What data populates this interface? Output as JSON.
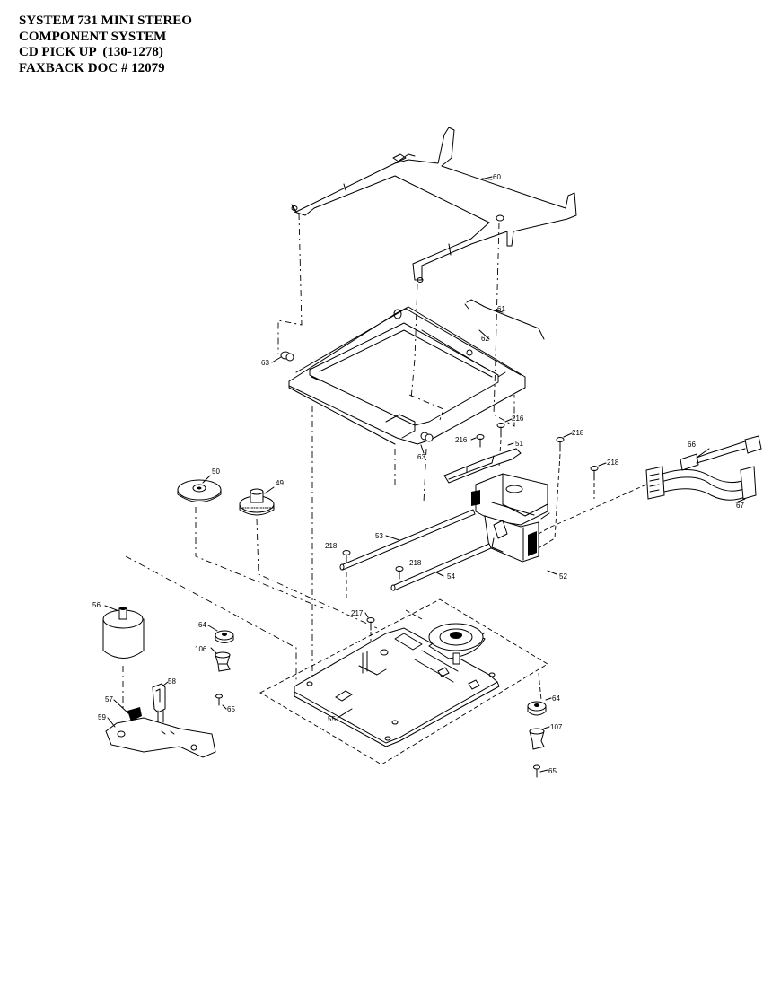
{
  "header": {
    "line1": "SYSTEM 731 MINI STEREO",
    "line2": "COMPONENT SYSTEM",
    "line3": "CD PICK UP  (130-1278)",
    "line4": "FAXBACK DOC # 12079"
  },
  "callouts": {
    "p60": "60",
    "p61": "61",
    "p62": "62",
    "p63a": "63",
    "p63b": "63",
    "p216a": "216",
    "p216b": "216",
    "p218a": "218",
    "p218b": "218",
    "p218c": "218",
    "p218d": "218",
    "p51": "51",
    "p66": "66",
    "p67": "67",
    "p50": "50",
    "p49": "49",
    "p53": "53",
    "p54": "54",
    "p52": "52",
    "p56": "56",
    "p217": "217",
    "p64a": "64",
    "p106": "106",
    "p65a": "65",
    "p58": "58",
    "p57": "57",
    "p59": "59",
    "p55": "55",
    "p64b": "64",
    "p107": "107",
    "p65b": "65"
  }
}
